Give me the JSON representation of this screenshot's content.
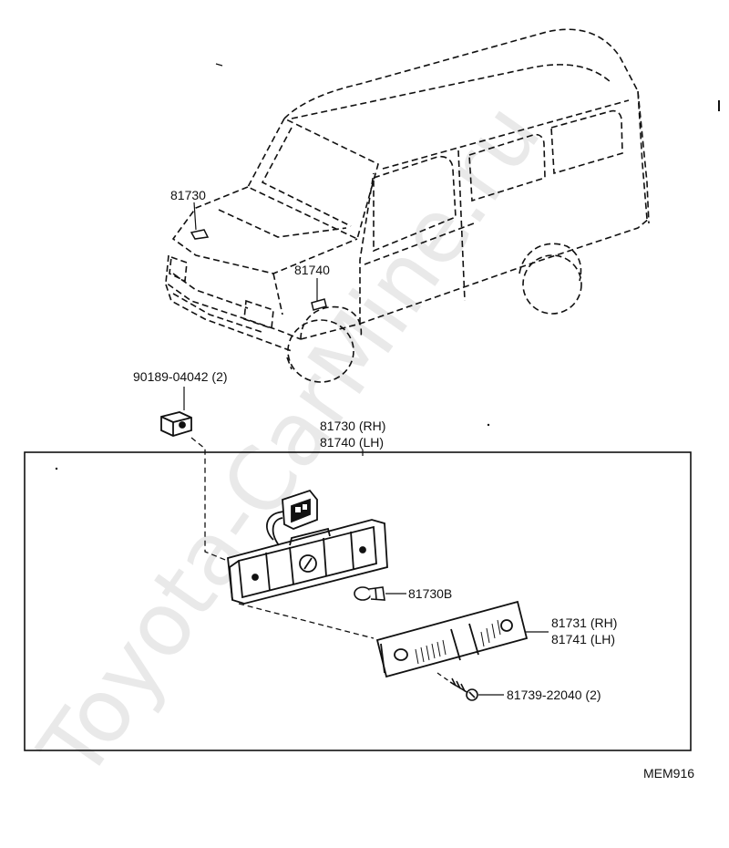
{
  "watermark": "Toyota-CarMine.ru",
  "diagram_code": "MEM916",
  "callouts": {
    "hood_marker": "81730",
    "fender_marker": "81740",
    "clip": "90189-04042 (2)",
    "assembly_rh": "81730 (RH)",
    "assembly_lh": "81740 (LH)",
    "bulb": "81730B",
    "lens_rh": "81731 (RH)",
    "lens_lh": "81741 (LH)",
    "screw": "81739-22040 (2)"
  }
}
